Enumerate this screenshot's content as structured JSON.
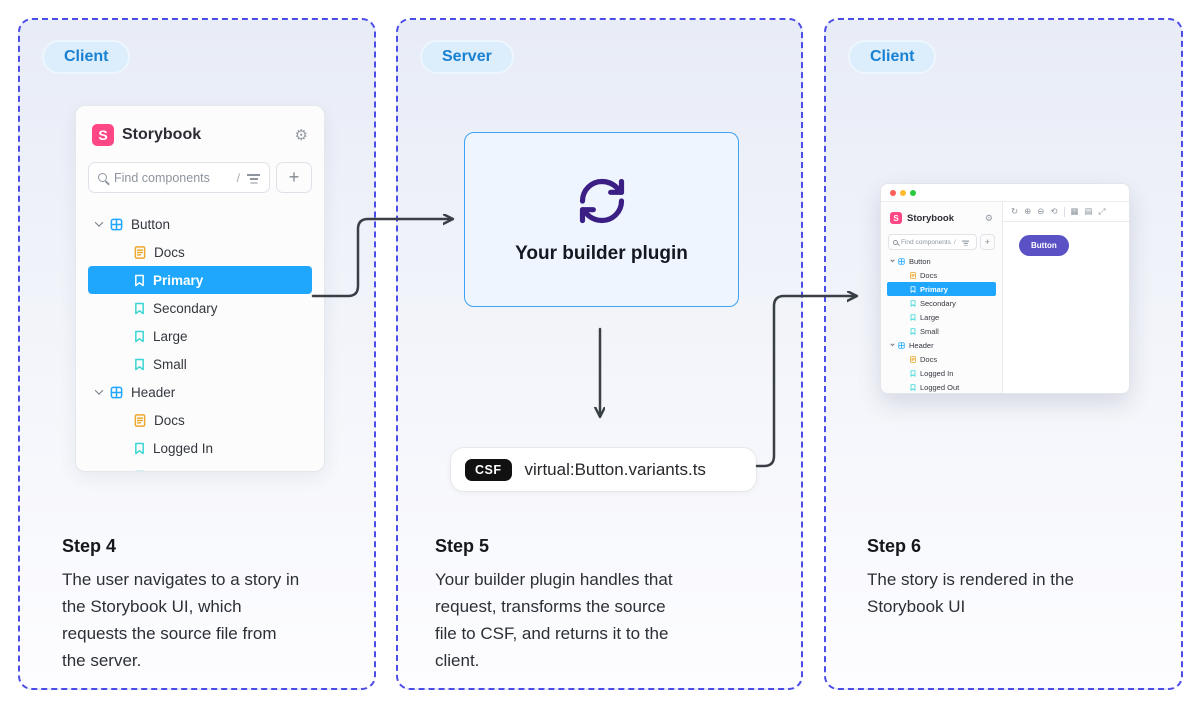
{
  "panels": [
    {
      "badge": "Client",
      "step_title": "Step 4",
      "step_body": "The user navigates to a story in\nthe Storybook UI, which\nrequests the source file from\nthe server."
    },
    {
      "badge": "Server",
      "step_title": "Step 5",
      "step_body": "Your builder plugin handles that\nrequest, transforms the source\nfile to CSF, and returns it to the\nclient."
    },
    {
      "badge": "Client",
      "step_title": "Step 6",
      "step_body": "The story is rendered in the\nStorybook UI"
    }
  ],
  "storybook": {
    "brand": "Storybook",
    "logo_letter": "S",
    "gear_glyph": "⚙",
    "search_placeholder": "Find components",
    "search_shortcut": "/",
    "add_button": "+",
    "tree": [
      {
        "label": "Button",
        "type": "component",
        "selected": false
      },
      {
        "label": "Docs",
        "type": "docs",
        "selected": false
      },
      {
        "label": "Primary",
        "type": "story",
        "selected": true
      },
      {
        "label": "Secondary",
        "type": "story",
        "selected": false
      },
      {
        "label": "Large",
        "type": "story",
        "selected": false
      },
      {
        "label": "Small",
        "type": "story",
        "selected": false
      },
      {
        "label": "Header",
        "type": "component",
        "selected": false
      },
      {
        "label": "Docs",
        "type": "docs",
        "selected": false
      },
      {
        "label": "Logged In",
        "type": "story",
        "selected": false
      },
      {
        "label": "Logged Out",
        "type": "story",
        "selected": false
      }
    ]
  },
  "server": {
    "plugin_label": "Your builder plugin",
    "file_badge": "CSF",
    "file_name": "virtual:Button.variants.ts"
  },
  "preview": {
    "button_label": "Button",
    "window_controls": [
      "close",
      "minimize",
      "maximize"
    ],
    "toolbar_icons": [
      {
        "name": "remount-icon",
        "glyph": "↻"
      },
      {
        "name": "zoom-in-icon",
        "glyph": "⊕"
      },
      {
        "name": "zoom-out-icon",
        "glyph": "⊖"
      },
      {
        "name": "zoom-reset-icon",
        "glyph": "⟲"
      },
      {
        "name": "grid-icon",
        "glyph": "▦"
      },
      {
        "name": "background-icon",
        "glyph": "▤"
      },
      {
        "name": "fullscreen-icon",
        "glyph": "⤢"
      }
    ]
  },
  "colors": {
    "panel_border": "#4c4ce6",
    "badge_bg": "#dcedfb",
    "badge_text": "#1981d2",
    "storybook_pink": "#ff4785",
    "selected_blue": "#1ea7fd",
    "component_blue": "#1ea7fd",
    "docs_orange": "#eca72c",
    "story_teal": "#37d5d3",
    "plugin_border": "#3ea2f3",
    "plugin_bg": "#eef5fe",
    "sync_purple": "#3b1f85",
    "csf_badge_bg": "#111111",
    "preview_button_purple": "#5a51c5",
    "arrow": "#3a3f46"
  }
}
